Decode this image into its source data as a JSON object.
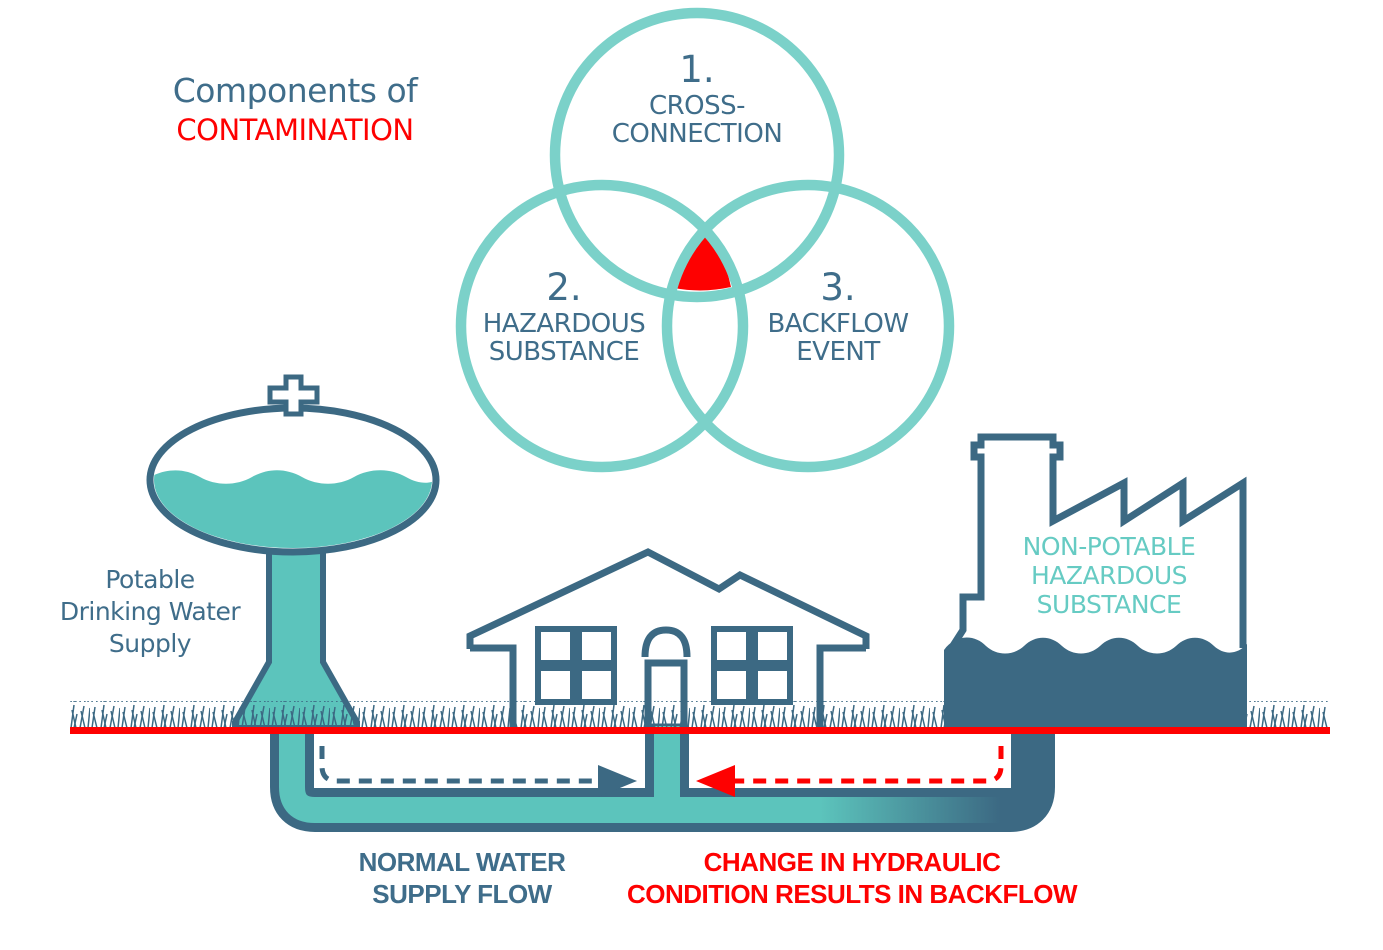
{
  "title": {
    "line1": "Components of",
    "line2": "CONTAMINATION"
  },
  "venn": {
    "circle1": {
      "number": "1.",
      "label_line1": "CROSS-",
      "label_line2": "CONNECTION"
    },
    "circle2": {
      "number": "2.",
      "label_line1": "HAZARDOUS",
      "label_line2": "SUBSTANCE"
    },
    "circle3": {
      "number": "3.",
      "label_line1": "BACKFLOW",
      "label_line2": "EVENT"
    }
  },
  "scene": {
    "water_tower_label": {
      "line1": "Potable",
      "line2": "Drinking Water",
      "line3": "Supply"
    },
    "factory_label": {
      "line1": "NON-POTABLE",
      "line2": "HAZARDOUS",
      "line3": "SUBSTANCE"
    },
    "normal_flow_label": {
      "line1": "NORMAL WATER",
      "line2": "SUPPLY FLOW"
    },
    "backflow_label": {
      "line1": "CHANGE IN HYDRAULIC",
      "line2": "CONDITION RESULTS IN BACKFLOW"
    }
  },
  "colors": {
    "teal": "#5cc4bc",
    "teal_light": "#7bd1c9",
    "teal_text": "#66cbc3",
    "slate": "#3c6983",
    "slate_text": "#3f6d8a",
    "red": "#fe0101",
    "background": "#ffffff"
  }
}
